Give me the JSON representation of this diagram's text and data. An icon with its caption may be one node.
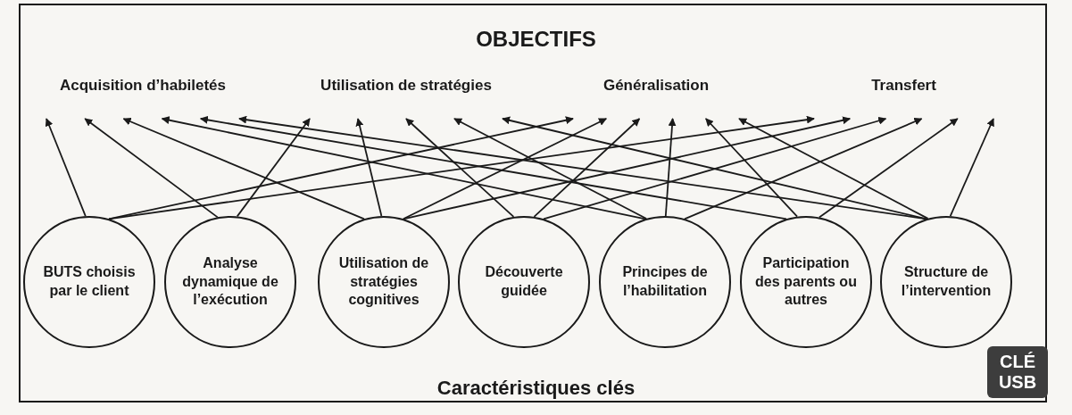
{
  "diagram": {
    "title": "OBJECTIFS",
    "nodes": [
      {
        "text": [
          "Acquisition d’habiletés"
        ]
      },
      {
        "text": [
          "Utilisation de stratégies"
        ]
      },
      {
        "text": [
          "Généralisation"
        ]
      },
      {
        "text": [
          "Transfert"
        ]
      },
      {
        "text": [
          "BUTS choisis par le client"
        ]
      },
      {
        "text": [
          "Analyse dynamique de l’exécution"
        ]
      },
      {
        "text": [
          "Utilisation de stratégies cognitives"
        ]
      },
      {
        "text": [
          "Découverte guidée"
        ]
      },
      {
        "text": [
          "Principes de l’habilitation"
        ]
      },
      {
        "text": [
          "Participation des parents ou autres"
        ]
      },
      {
        "text": [
          "Structure de l’intervention"
        ]
      }
    ],
    "edges": [
      {
        "from": 4,
        "to": 0,
        "arrow": "to"
      },
      {
        "from": 5,
        "to": 0,
        "arrow": "to"
      },
      {
        "from": 6,
        "to": 0,
        "arrow": "to"
      },
      {
        "from": 8,
        "to": 0,
        "arrow": "to"
      },
      {
        "from": 9,
        "to": 0,
        "arrow": "to"
      },
      {
        "from": 10,
        "to": 0,
        "arrow": "to"
      },
      {
        "from": 5,
        "to": 1,
        "arrow": "to"
      },
      {
        "from": 6,
        "to": 1,
        "arrow": "to"
      },
      {
        "from": 7,
        "to": 1,
        "arrow": "to"
      },
      {
        "from": 8,
        "to": 1,
        "arrow": "to"
      },
      {
        "from": 10,
        "to": 1,
        "arrow": "to"
      },
      {
        "from": 4,
        "to": 2,
        "arrow": "to"
      },
      {
        "from": 6,
        "to": 2,
        "arrow": "to"
      },
      {
        "from": 7,
        "to": 2,
        "arrow": "to"
      },
      {
        "from": 8,
        "to": 2,
        "arrow": "to"
      },
      {
        "from": 9,
        "to": 2,
        "arrow": "to"
      },
      {
        "from": 10,
        "to": 2,
        "arrow": "to"
      },
      {
        "from": 4,
        "to": 3,
        "arrow": "to"
      },
      {
        "from": 6,
        "to": 3,
        "arrow": "to"
      },
      {
        "from": 7,
        "to": 3,
        "arrow": "to"
      },
      {
        "from": 8,
        "to": 3,
        "arrow": "to"
      },
      {
        "from": 9,
        "to": 3,
        "arrow": "to"
      },
      {
        "from": 10,
        "to": 3,
        "arrow": "to"
      }
    ],
    "labels": [
      "Caractéristiques clés",
      "CLÉ USB"
    ]
  }
}
